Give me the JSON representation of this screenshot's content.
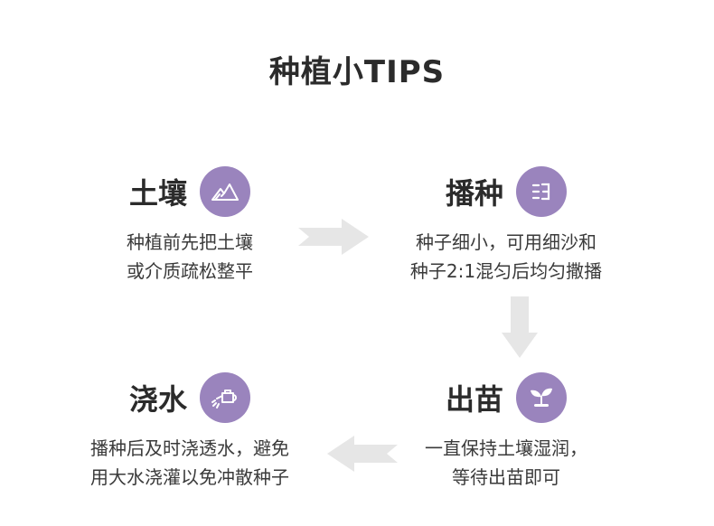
{
  "title": "种植小TIPS",
  "colors": {
    "icon_bg": "#9a84bd",
    "arrow": "#e6e6e6",
    "text": "#3a3a3a"
  },
  "steps": {
    "soil": {
      "label": "土壤",
      "icon": "mountain-icon",
      "line1": "种植前先把土壤",
      "line2": "或介质疏松整平"
    },
    "sow": {
      "label": "播种",
      "icon": "seed-list-icon",
      "line1": "种子细小，可用细沙和",
      "line2": "种子2:1混匀后均匀撒播"
    },
    "sprout": {
      "label": "出苗",
      "icon": "sprout-icon",
      "line1": "一直保持土壤湿润，",
      "line2": "等待出苗即可"
    },
    "water": {
      "label": "浇水",
      "icon": "watering-can-icon",
      "line1": "播种后及时浇透水，避免",
      "line2": "用大水浇灌以免冲散种子"
    }
  }
}
